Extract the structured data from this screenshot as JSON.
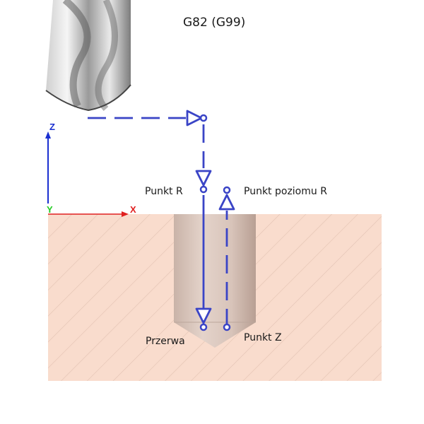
{
  "title": "G82 (G99)",
  "labels": {
    "point_r": "Punkt R",
    "point_r_level": "Punkt poziomu R",
    "pause": "Przerwa",
    "point_z": "Punkt Z"
  },
  "axes": {
    "z": "Z",
    "x": "X",
    "y": "Y"
  },
  "colors": {
    "path": "#3a44c6",
    "workpiece": "#f9dccd",
    "hatch": "#e2c2b2",
    "hole": "#d9c6bd",
    "x_axis": "#e02020",
    "y_axis": "#22cc22",
    "z_axis": "#1a2fd0"
  },
  "icons": {
    "drill": "drill-bit-icon"
  }
}
